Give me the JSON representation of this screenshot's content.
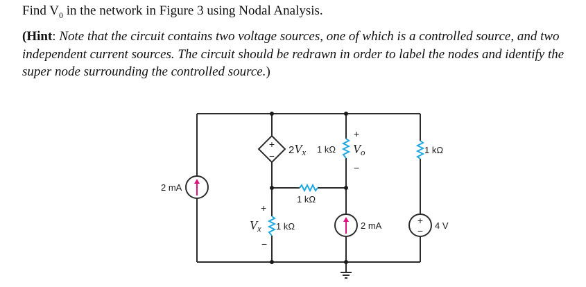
{
  "question": {
    "prefix": "Find V",
    "subscript": "0",
    "suffix": " in the network in Figure 3 using Nodal Analysis."
  },
  "hint": {
    "open": "(",
    "label": "Hint",
    "colon": ": ",
    "body": "Note that the circuit contains two voltage sources, one of which is a controlled source, and two independent current sources. The circuit should be redrawn in order to label the nodes and identify the super node surrounding the controlled source.",
    "close": ")"
  },
  "figure": {
    "left_current_source": {
      "label": "2 mA",
      "direction": "up"
    },
    "dependent_source": {
      "coef": "2",
      "var": "V",
      "var_sub": "x",
      "plus": "+",
      "minus": "−"
    },
    "top_resistor": {
      "label": "1 kΩ"
    },
    "vo": {
      "var": "V",
      "var_sub": "o",
      "plus": "+",
      "minus": "−"
    },
    "right_resistor": {
      "label": "1 kΩ"
    },
    "middle_resistor": {
      "label": "1 kΩ"
    },
    "vx_resistor": {
      "label": "1 kΩ"
    },
    "vx": {
      "var": "V",
      "var_sub": "x",
      "plus": "+",
      "minus": "−"
    },
    "middle_current_source": {
      "label": "2 mA",
      "direction": "up"
    },
    "voltage_source": {
      "label": "4 V",
      "plus": "+",
      "minus": "−"
    },
    "colors": {
      "wire": "#2b2b2b",
      "resistor": "#1fa8e0",
      "arrow": "#e0117f"
    }
  }
}
